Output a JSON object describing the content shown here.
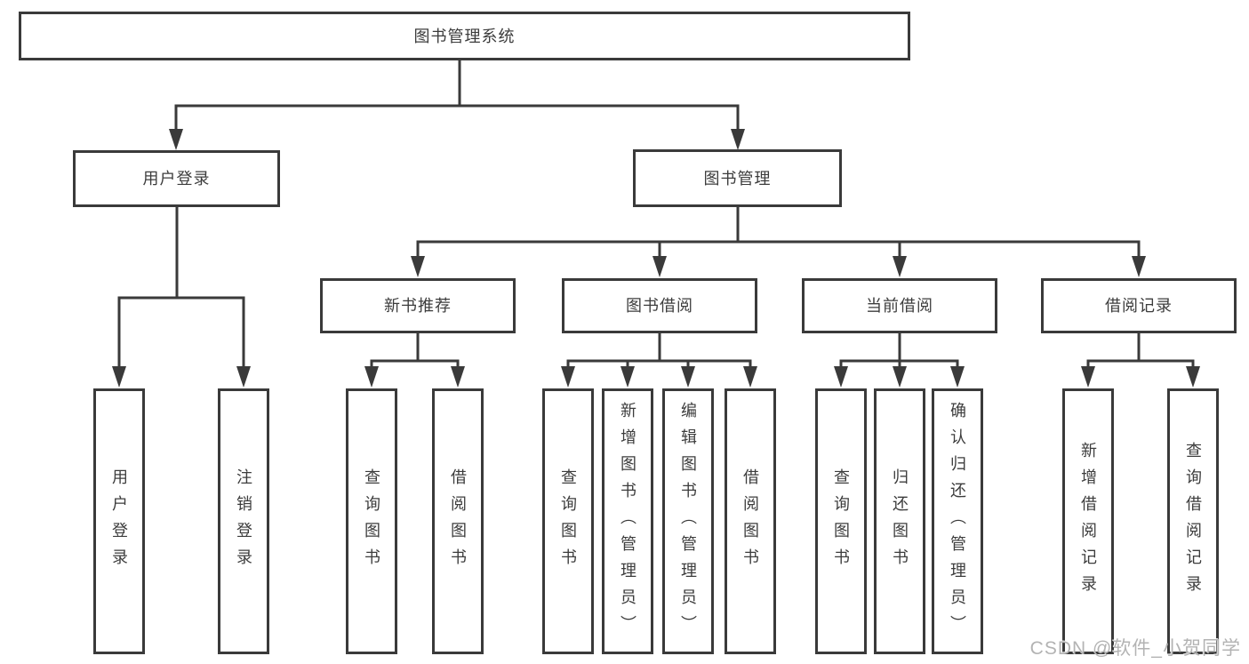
{
  "page": {
    "background": "#ffffff"
  },
  "style": {
    "line_color": "#3a3a3a",
    "text_color": "#3c3c3c",
    "box_background": "#ffffff",
    "watermark_color": "#b3b3b3"
  },
  "watermark": {
    "text": "CSDN @软件_小贺同学"
  },
  "tree": {
    "root": {
      "label": "图书管理系统",
      "children": [
        {
          "label": "用户登录",
          "children": [
            {
              "label": "用户登录"
            },
            {
              "label": "注销登录"
            }
          ]
        },
        {
          "label": "图书管理",
          "children": [
            {
              "label": "新书推荐",
              "children": [
                {
                  "label": "查询图书"
                },
                {
                  "label": "借阅图书"
                }
              ]
            },
            {
              "label": "图书借阅",
              "children": [
                {
                  "label": "查询图书"
                },
                {
                  "label": "新增图书（管理员）"
                },
                {
                  "label": "编辑图书（管理员）"
                },
                {
                  "label": "借阅图书"
                }
              ]
            },
            {
              "label": "当前借阅",
              "children": [
                {
                  "label": "查询图书"
                },
                {
                  "label": "归还图书"
                },
                {
                  "label": "确认归还（管理员）"
                }
              ]
            },
            {
              "label": "借阅记录",
              "children": [
                {
                  "label": "新增借阅记录"
                },
                {
                  "label": "查询借阅记录"
                }
              ]
            }
          ]
        }
      ]
    }
  }
}
